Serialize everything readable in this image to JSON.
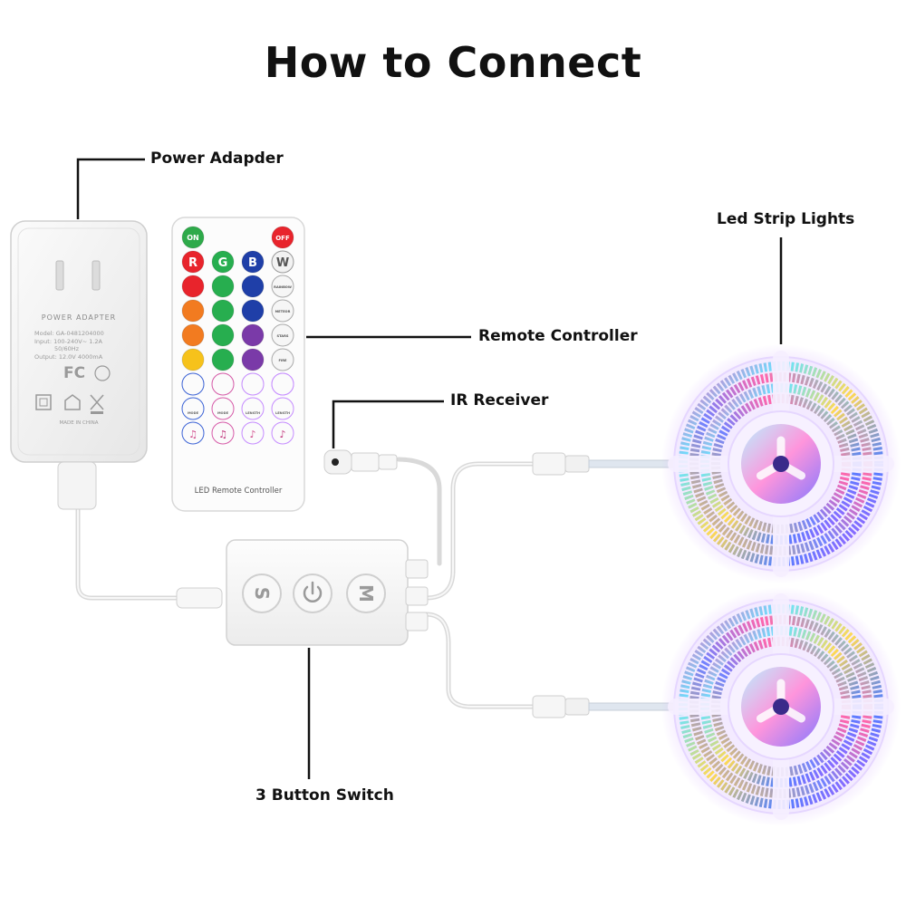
{
  "title": "How to Connect",
  "labels": {
    "power_adapter": "Power Adapder",
    "remote_controller": "Remote Controller",
    "ir_receiver": "IR Receiver",
    "led_strip_lights": "Led Strip Lights",
    "button_switch": "3 Button Switch"
  },
  "adapter": {
    "heading": "POWER ADAPTER",
    "spec_lines": [
      "Model: GA-0481204000",
      "Input: 100-240V~ 1.2A",
      "50/60Hz",
      "Output: 12.0V 4000mA"
    ],
    "cert_mark": "FC",
    "made_in": "MADE IN CHINA"
  },
  "remote": {
    "caption": "LED Remote Controller",
    "on_label": "ON",
    "off_label": "OFF",
    "top_row": [
      "R",
      "G",
      "B",
      "W"
    ],
    "mode_buttons": [
      "RAINBOW",
      "METEOR",
      "STARS",
      "FIRE"
    ],
    "small_labels": [
      "MODE",
      "MODE",
      "LENGTH",
      "LENGTH"
    ],
    "colors": {
      "red": "#e8242c",
      "green": "#27ae4f",
      "blue": "#1f3fa8",
      "orange": "#f27b20",
      "yellow": "#f6c21b",
      "purple": "#7a3aa8",
      "teal": "#27b3b0",
      "on_green": "#2eaa4a"
    }
  },
  "switch_box": {
    "buttons": [
      "S",
      "power-icon",
      "M"
    ]
  }
}
